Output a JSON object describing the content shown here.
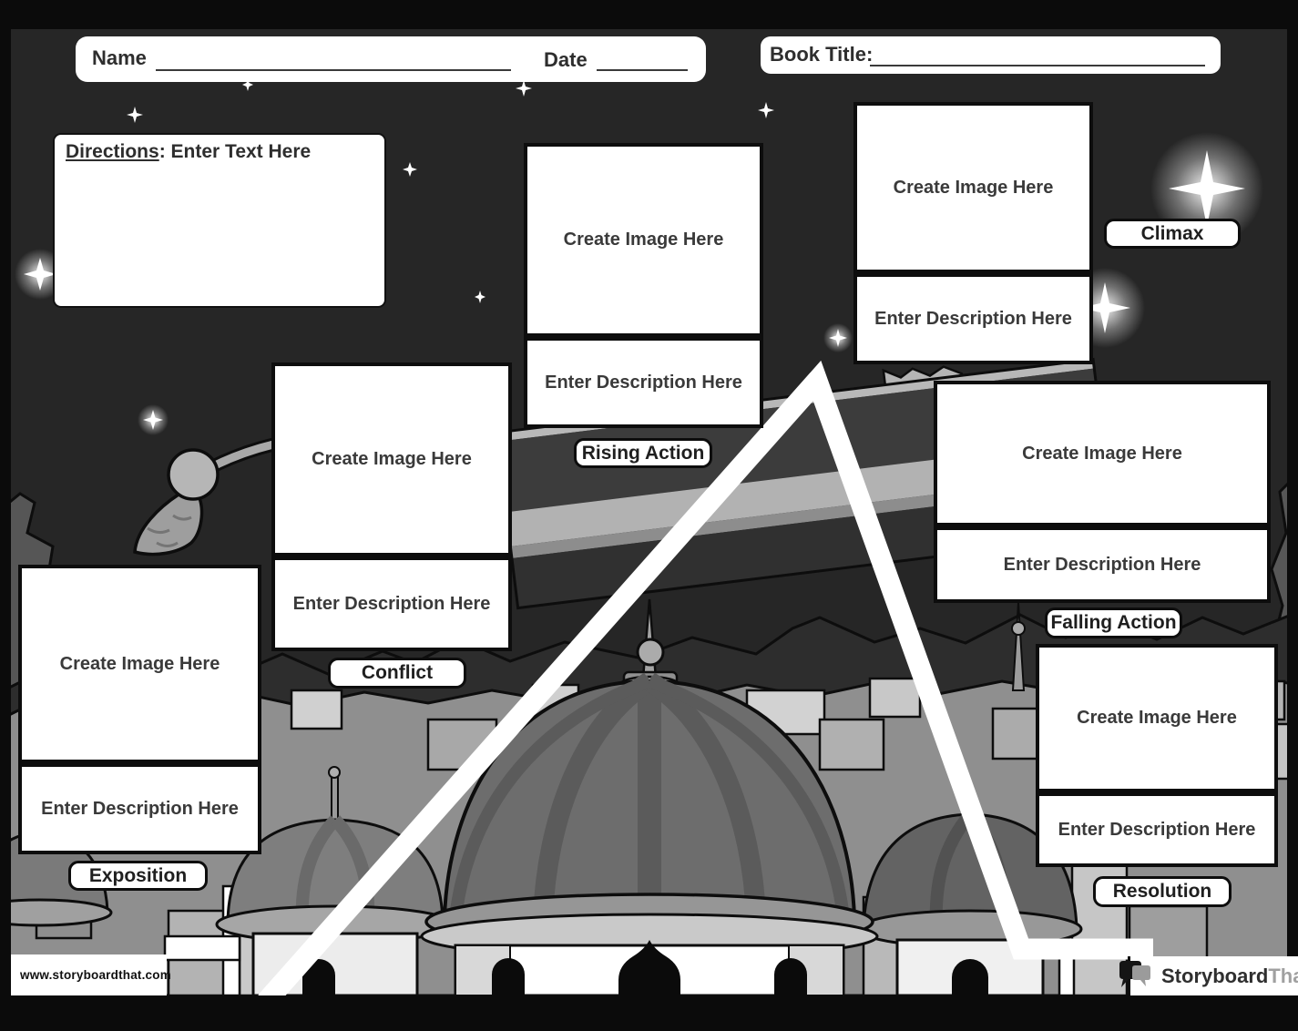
{
  "header": {
    "name_label": "Name",
    "name_value": "",
    "date_label": "Date",
    "date_value": "",
    "book_title_label": "Book Title:",
    "book_title_value": ""
  },
  "directions": {
    "label": "Directions",
    "text": ": Enter Text Here"
  },
  "sections": [
    {
      "id": "rising-action",
      "label": "Rising Action",
      "image_placeholder": "Create Image Here",
      "description_placeholder": "Enter Description Here"
    },
    {
      "id": "climax",
      "label": "Climax",
      "image_placeholder": "Create Image Here",
      "description_placeholder": "Enter Description Here"
    },
    {
      "id": "conflict",
      "label": "Conflict",
      "image_placeholder": "Create Image Here",
      "description_placeholder": "Enter Description Here"
    },
    {
      "id": "exposition",
      "label": "Exposition",
      "image_placeholder": "Create Image Here",
      "description_placeholder": "Enter Description Here"
    },
    {
      "id": "falling-action",
      "label": "Falling Action",
      "image_placeholder": "Create Image Here",
      "description_placeholder": "Enter Description Here"
    },
    {
      "id": "resolution",
      "label": "Resolution",
      "image_placeholder": "Create Image Here",
      "description_placeholder": "Enter Description Here"
    }
  ],
  "footer": {
    "website": "www.storyboardthat.com",
    "brand_black": "Storyboard",
    "brand_gray": "That"
  },
  "colors": {
    "sky": "#262626",
    "plot_line": "#ffffff",
    "box_border": "#0d0d0d",
    "placeholder_text": "#3a3a3a",
    "brand_gray": "#a0a0a0"
  }
}
